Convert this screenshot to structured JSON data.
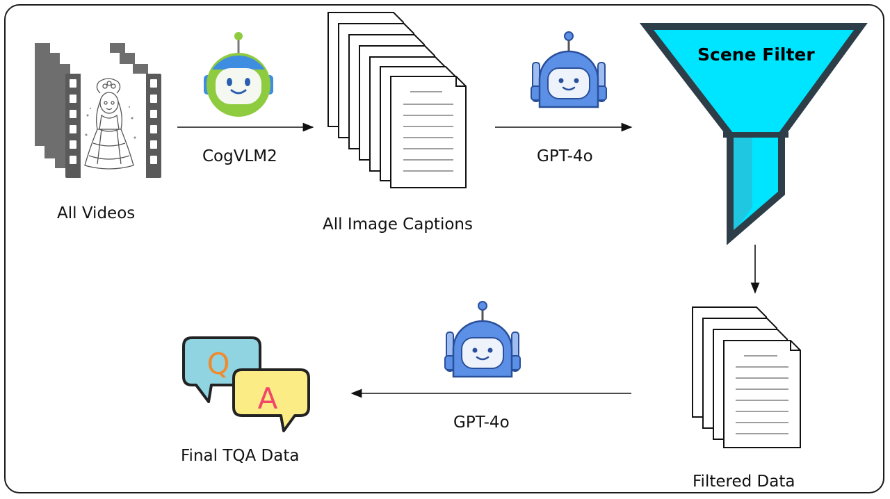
{
  "labels": {
    "all_videos": "All Videos",
    "cogvlm2": "CogVLM2",
    "all_image_captions": "All Image Captions",
    "gpt4o_top": "GPT-4o",
    "scene_filter": "Scene Filter",
    "filtered_data": "Filtered Data",
    "gpt4o_bottom": "GPT-4o",
    "final_tqa_data": "Final TQA Data"
  },
  "qa_bubbles": {
    "question_letter": "Q",
    "answer_letter": "A"
  },
  "icons": [
    "film-stack-icon",
    "green-robot-icon",
    "document-stack-icon",
    "blue-robot-icon",
    "funnel-icon",
    "qa-bubbles-icon"
  ],
  "colors": {
    "funnel_fill": "#00e5ff",
    "funnel_stroke": "#2d3e48",
    "robot_green": "#8fcb3e",
    "robot_blue": "#5b90e6",
    "q_bubble": "#8fd4e0",
    "a_bubble": "#fbec85",
    "q_letter": "#f08a2c",
    "a_letter": "#f2456a"
  }
}
